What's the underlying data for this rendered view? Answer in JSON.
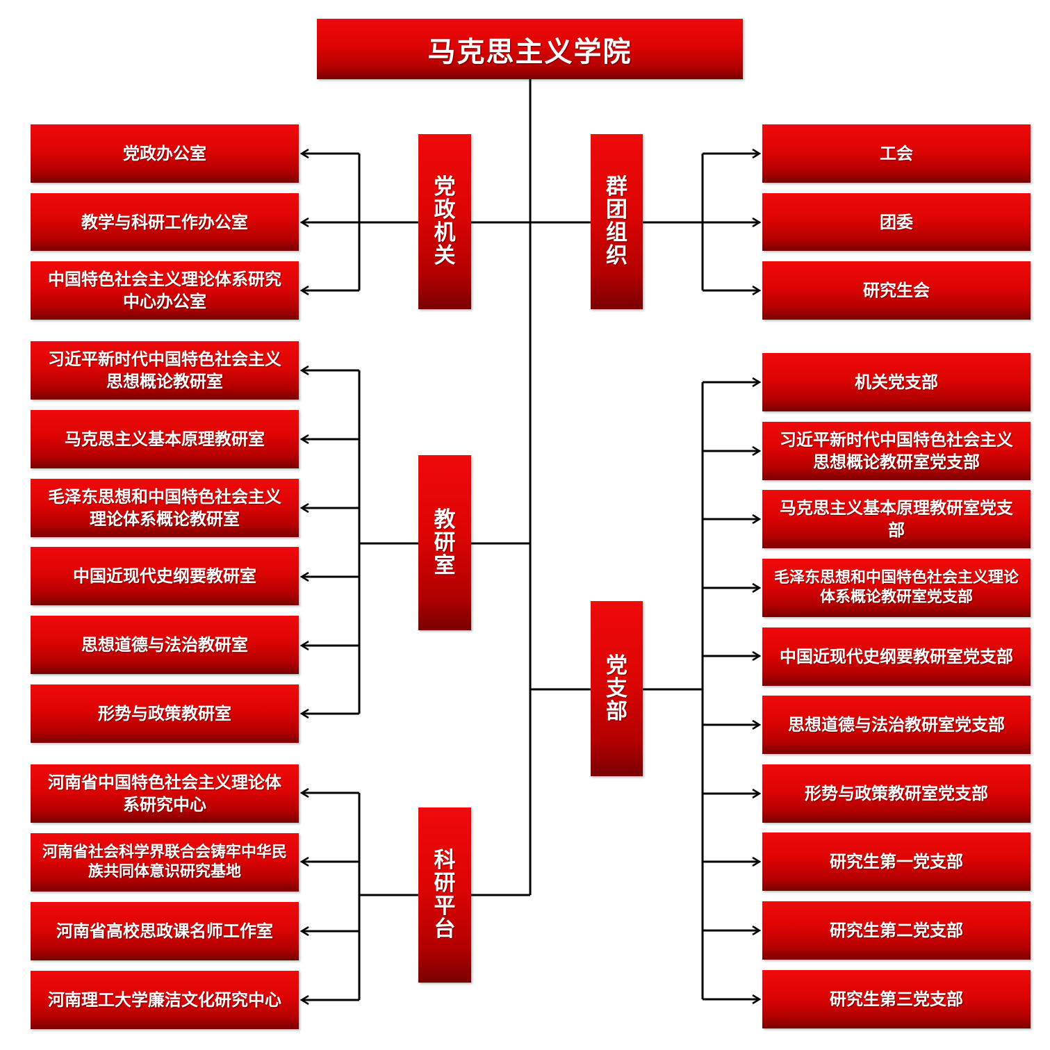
{
  "title": "马克思主义学院",
  "categories": {
    "dangzheng": "党政机关",
    "quntuan": "群团组织",
    "jiaoyanshi": "教研室",
    "dangzhibu": "党支部",
    "keyan": "科研平台"
  },
  "dangzheng_items": [
    "党政办公室",
    "教学与科研工作办公室",
    "中国特色社会主义理论体系研究中心办公室"
  ],
  "quntuan_items": [
    "工会",
    "团委",
    "研究生会"
  ],
  "jiaoyanshi_items": [
    "习近平新时代中国特色社会主义思想概论教研室",
    "马克思主义基本原理教研室",
    "毛泽东思想和中国特色社会主义理论体系概论教研室",
    "中国近现代史纲要教研室",
    "思想道德与法治教研室",
    "形势与政策教研室"
  ],
  "keyan_items": [
    "河南省中国特色社会主义理论体系研究中心",
    "河南省社会科学界联合会铸牢中华民族共同体意识研究基地",
    "河南省高校思政课名师工作室",
    "河南理工大学廉洁文化研究中心"
  ],
  "dangzhibu_items": [
    "机关党支部",
    "习近平新时代中国特色社会主义思想概论教研室党支部",
    "马克思主义基本原理教研室党支部",
    "毛泽东思想和中国特色社会主义理论体系概论教研室党支部",
    "中国近现代史纲要教研室党支部",
    "思想道德与法治教研室党支部",
    "形势与政策教研室党支部",
    "研究生第一党支部",
    "研究生第二党支部",
    "研究生第三党支部"
  ],
  "colors": {
    "box_red": "#e00000",
    "box_dark": "#7a0000",
    "line": "#000000",
    "text": "#ffffff"
  }
}
